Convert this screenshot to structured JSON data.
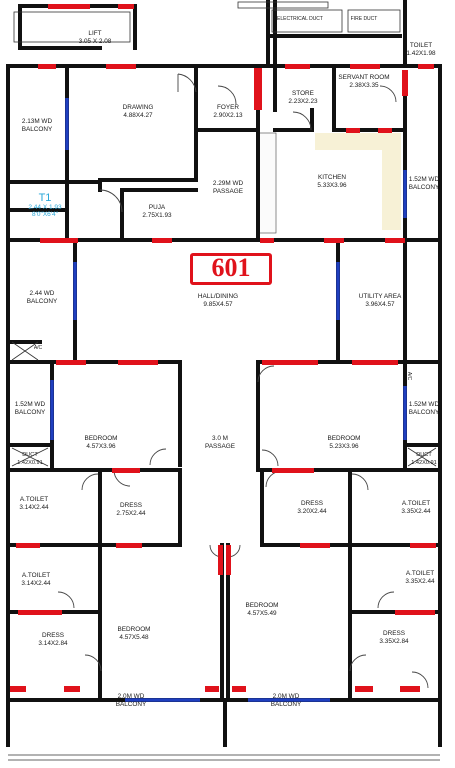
{
  "plan": {
    "unit_number": "601",
    "tag": {
      "code": "T1",
      "dim": "2.44 X 1.93",
      "dim_feet": "8'0\"X6'4\""
    },
    "rooms": [
      {
        "id": "lift",
        "name": "LIFT",
        "dim": "3.05 X 2.08"
      },
      {
        "id": "electrical-duct",
        "name": "ELECTRICAL DUCT",
        "dim": ""
      },
      {
        "id": "fire-duct",
        "name": "FIRE DUCT",
        "dim": ""
      },
      {
        "id": "toilet-top",
        "name": "TOILET",
        "dim": "1.42X1.98"
      },
      {
        "id": "drawing",
        "name": "DRAWING",
        "dim": "4.88X4.27"
      },
      {
        "id": "foyer",
        "name": "FOYER",
        "dim": "2.90X2.13"
      },
      {
        "id": "store",
        "name": "STORE",
        "dim": "2.23X2.23"
      },
      {
        "id": "servant-room",
        "name": "SERVANT ROOM",
        "dim": "2.38X3.35"
      },
      {
        "id": "balcony-2-13",
        "name": "2.13M WD",
        "dim": "BALCONY"
      },
      {
        "id": "passage-2-29",
        "name": "2.29M WD",
        "dim": "PASSAGE"
      },
      {
        "id": "kitchen",
        "name": "KITCHEN",
        "dim": "5.33X3.96"
      },
      {
        "id": "balcony-1-52-r",
        "name": "1.52M WD",
        "dim": "BALCONY"
      },
      {
        "id": "puja",
        "name": "PUJA",
        "dim": "2.75X1.93"
      },
      {
        "id": "balcony-2-44",
        "name": "2.44 WD",
        "dim": "BALCONY"
      },
      {
        "id": "hall-dining",
        "name": "HALL/DINING",
        "dim": "9.85X4.57"
      },
      {
        "id": "utility-area",
        "name": "UTILITY AREA",
        "dim": "3.96X4.57"
      },
      {
        "id": "balcony-1-52-l",
        "name": "1.52M WD",
        "dim": "BALCONY"
      },
      {
        "id": "balcony-1-52-r2",
        "name": "1.52M WD",
        "dim": "BALCONY"
      },
      {
        "id": "bedroom-left",
        "name": "BEDROOM",
        "dim": "4.57X3.96"
      },
      {
        "id": "passage-3",
        "name": "3.0 M",
        "dim": "PASSAGE"
      },
      {
        "id": "bedroom-right",
        "name": "BEDROOM",
        "dim": "5.23X3.96"
      },
      {
        "id": "duct-left",
        "name": "DUCT",
        "dim": "1.42X0.91"
      },
      {
        "id": "duct-right",
        "name": "DUCT",
        "dim": "1.42X0.91"
      },
      {
        "id": "toilet-left-1",
        "name": "A.TOILET",
        "dim": "3.14X2.44"
      },
      {
        "id": "dress-left-1",
        "name": "DRESS",
        "dim": "2.75X2.44"
      },
      {
        "id": "dress-right-1",
        "name": "DRESS",
        "dim": "3.20X2.44"
      },
      {
        "id": "toilet-right-1",
        "name": "A.TOILET",
        "dim": "3.35X2.44"
      },
      {
        "id": "toilet-left-2",
        "name": "A.TOILET",
        "dim": "3.14X2.44"
      },
      {
        "id": "toilet-right-2",
        "name": "A.TOILET",
        "dim": "3.35X2.44"
      },
      {
        "id": "bedroom-bottom-right",
        "name": "BEDROOM",
        "dim": "4.57X5.49"
      },
      {
        "id": "dress-left-2",
        "name": "DRESS",
        "dim": "3.14X2.84"
      },
      {
        "id": "bedroom-bottom-left",
        "name": "BEDROOM",
        "dim": "4.57X5.48"
      },
      {
        "id": "dress-right-2",
        "name": "DRESS",
        "dim": "3.35X2.84"
      },
      {
        "id": "balcony-bottom-left",
        "name": "2.0M WD",
        "dim": "BALCONY"
      },
      {
        "id": "balcony-bottom-right",
        "name": "2.0M WD",
        "dim": "BALCONY"
      }
    ],
    "ac_marks": [
      "A/C",
      "A/C"
    ]
  },
  "colors": {
    "wall": "#111111",
    "window": "#e0121b",
    "glazing": "#1f3fbf",
    "text": "#1a1a1a",
    "tag": "#2aa7d8"
  }
}
